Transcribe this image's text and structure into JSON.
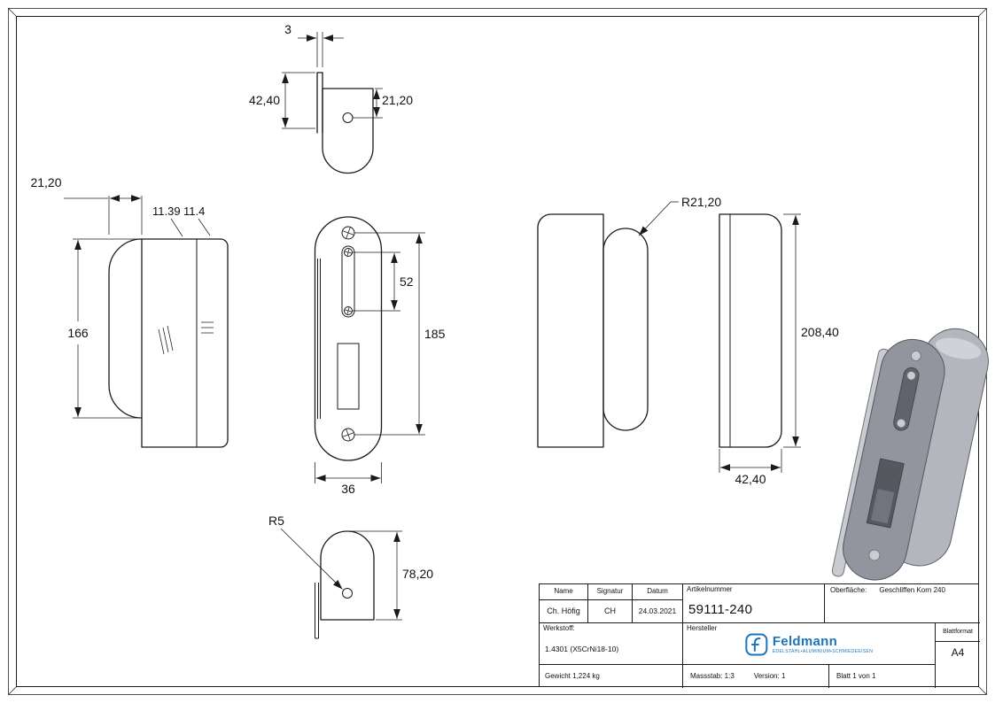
{
  "views": {
    "top": {
      "dim_thickness": "3",
      "dim_height": "42,40",
      "dim_hole": "21,20"
    },
    "left": {
      "dim_width": "21,20",
      "note_a": "11.39",
      "note_b": "11.4",
      "dim_length": "166"
    },
    "front": {
      "dim_slot": "52",
      "dim_screws": "185",
      "dim_width": "36"
    },
    "side": {
      "radius": "R21,20",
      "dim_length": "208,40",
      "dim_width": "42,40"
    },
    "bottom": {
      "radius": "R5",
      "dim_height": "78,20"
    }
  },
  "title_block": {
    "name_label": "Name",
    "signatur_label": "Signatur",
    "datum_label": "Datum",
    "name_value": "Ch. Höfig",
    "signatur_value": "CH",
    "datum_value": "24.03.2021",
    "artikelnummer_label": "Artikelnummer",
    "artikelnummer_value": "59111-240",
    "oberflaeche_label": "Oberfläche:",
    "oberflaeche_value": "Geschliffen Korn 240",
    "werkstoff_label": "Werkstoff:",
    "werkstoff_value": "1.4301 (X5CrNi18-10)",
    "gewicht": "Gewicht 1,224 kg",
    "hersteller_label": "Hersteller",
    "brand_name": "Feldmann",
    "brand_tagline": "EDELSTAHL•ALUMINIUM•SCHMIEDEEISEN",
    "massstab": "Massstab: 1:3",
    "version": "Version: 1",
    "blatt": "Blatt 1 von 1",
    "blattformat_label": "Blattformat",
    "blattformat_value": "A4"
  },
  "colors": {
    "line": "#1a1a1a",
    "brand_blue": "#1b75bb",
    "iso_body": "#b3b6bc",
    "iso_face": "#92959d"
  }
}
